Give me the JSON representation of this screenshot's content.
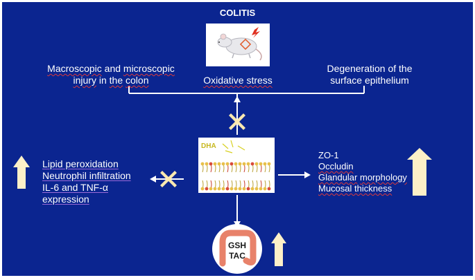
{
  "title": "COLITIS",
  "top_effects": {
    "left_line1": [
      "Macroscopic",
      " and ",
      "microscopic"
    ],
    "left_line2": [
      "injury",
      " in ",
      "the",
      " ",
      "colon"
    ],
    "middle": "Oxidative stress",
    "right_line1": "Degeneration of the",
    "right_line2": "surface epithelium"
  },
  "left_markers": {
    "line1": "Lipid peroxidation",
    "line2a": "Neutrophil",
    "line2b": " infiltration",
    "line3a": "IL-6",
    "line3b": " and ",
    "line3c": "TNF-α",
    "line4": "expression"
  },
  "right_markers": {
    "line1": "ZO-1",
    "line2": "Occludin",
    "line3a": "Glandular",
    "line3b": " ",
    "line3c": "morphology",
    "line4": "Mucosal thickness"
  },
  "membrane_label": "DHA",
  "colon_labels": {
    "line1": "GSH",
    "line2": "TAC"
  },
  "colors": {
    "background": "#0b2590",
    "arrow_fill": "#fdf0c8",
    "x_mark": "#fde9b0",
    "colon": "#e8826a"
  }
}
